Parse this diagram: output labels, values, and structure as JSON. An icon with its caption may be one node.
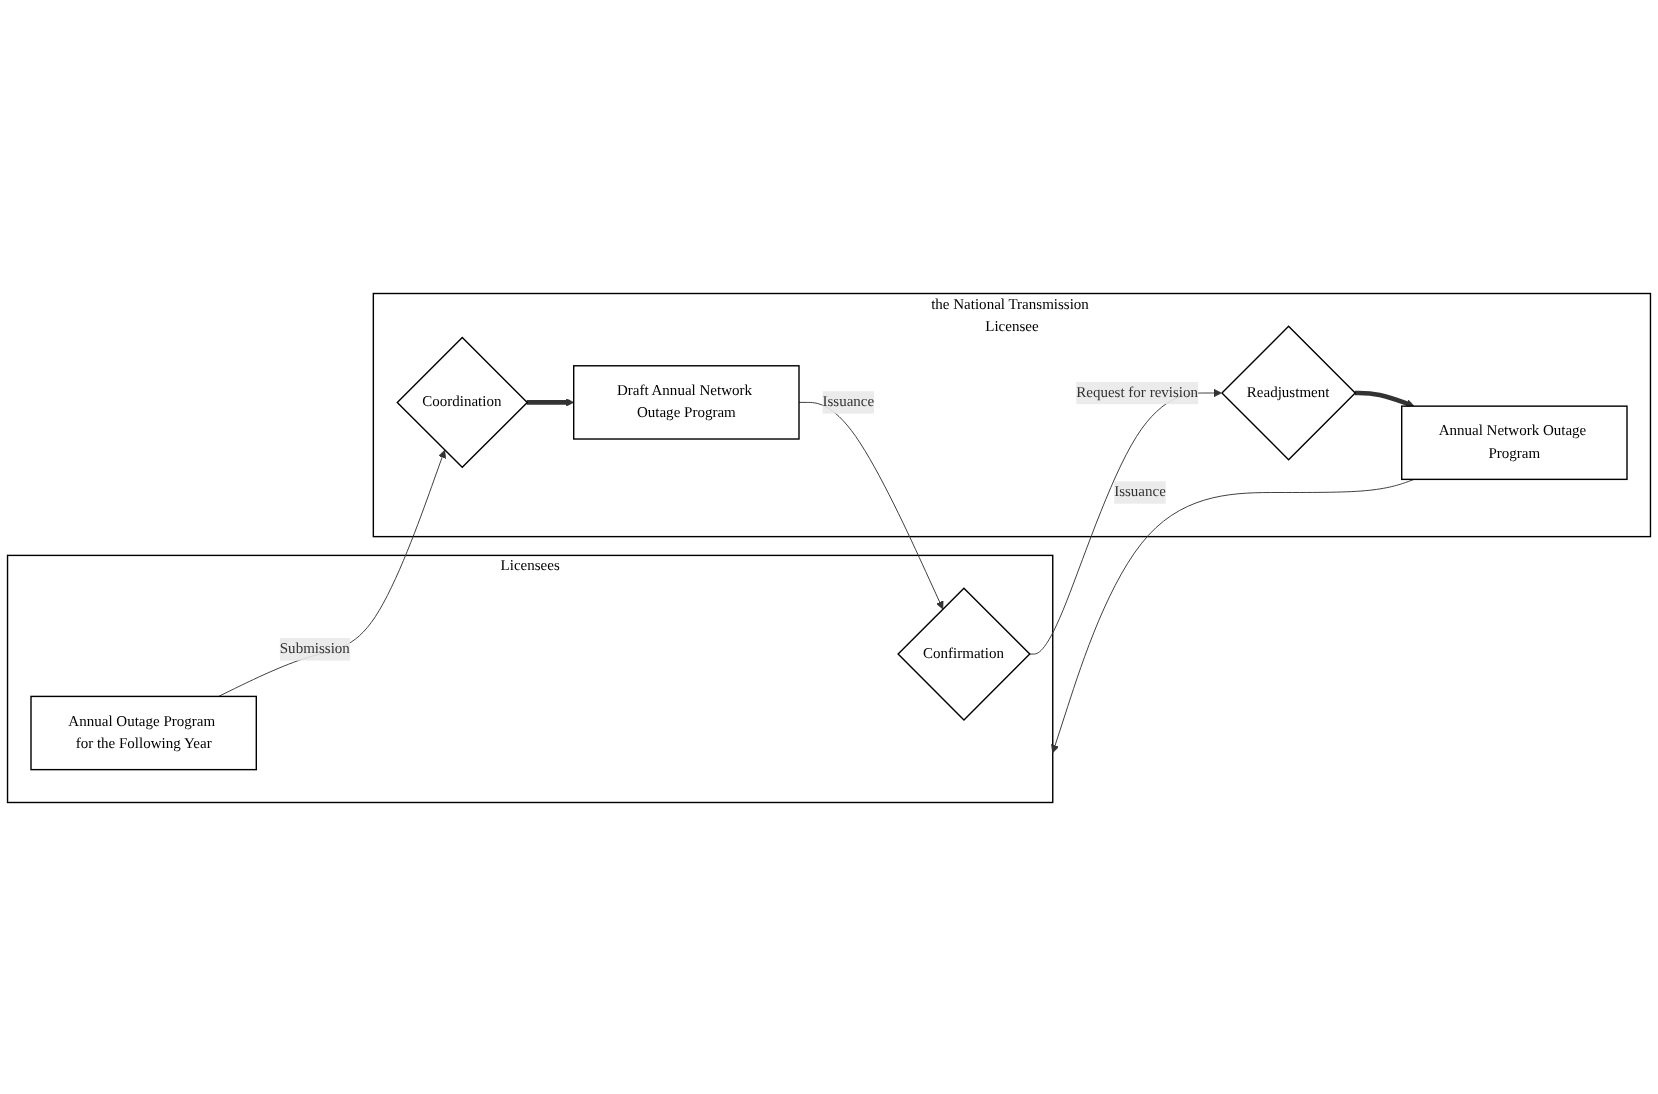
{
  "diagram": {
    "nodes": [
      {
        "text": [
          "Licensees"
        ]
      },
      {
        "text": [
          "Annual Outage Program for the Following Year"
        ],
        "in": 0
      },
      {
        "text": [
          "Confirmation"
        ],
        "in": 0
      },
      {
        "text": [
          "the National Transmission Licensee"
        ]
      },
      {
        "text": [
          "Coordination"
        ],
        "in": 3
      },
      {
        "text": [
          "Draft Annual Network Outage Program"
        ],
        "in": 3
      },
      {
        "text": [
          "Readjustment"
        ],
        "in": 3
      },
      {
        "text": [
          "Annual Network Outage Program"
        ],
        "in": 3
      }
    ],
    "edges": [
      {
        "from": 1,
        "to": 4,
        "arrow": "to",
        "label": "Submission"
      },
      {
        "from": 4,
        "to": 5,
        "arrow": "to",
        "style": "thick"
      },
      {
        "from": 5,
        "to": 2,
        "arrow": "to",
        "label": "Issuance"
      },
      {
        "from": 2,
        "to": 6,
        "arrow": "to",
        "label": "Request for revision"
      },
      {
        "from": 6,
        "to": 7,
        "arrow": "to",
        "style": "thick"
      },
      {
        "from": 7,
        "to": 0,
        "arrow": "to",
        "label": "Issuance"
      }
    ]
  }
}
